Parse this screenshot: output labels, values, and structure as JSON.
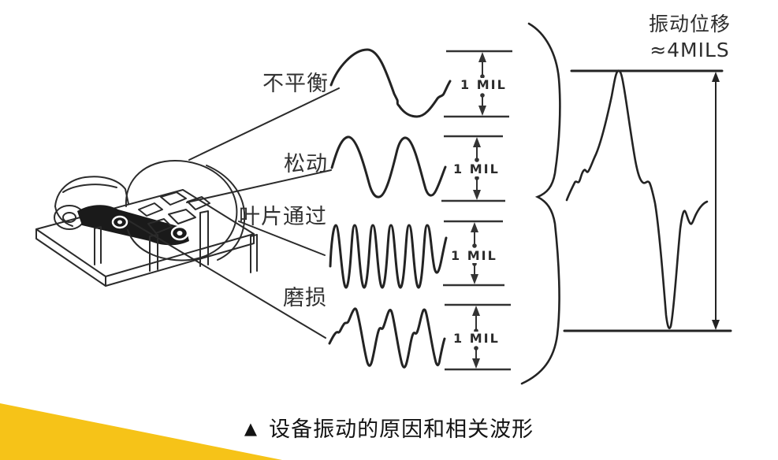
{
  "figure": {
    "caption": {
      "marker": "▲",
      "text": "设备振动的原因和相关波形"
    },
    "combined": {
      "title_line1": "振动位移",
      "title_line2": "≈4MILS",
      "shape": "composite of the four cause waveforms",
      "peak_to_peak": "≈4MILS"
    },
    "causes": [
      {
        "label": "不平衡",
        "amplitude": "1 MIL",
        "waveform": "distorted sine, 1 cycle"
      },
      {
        "label": "松动",
        "amplitude": "1 MIL",
        "waveform": "sine, 2 cycles"
      },
      {
        "label": "叶片通过",
        "amplitude": "1 MIL",
        "waveform": "sine, 6 cycles (high frequency)"
      },
      {
        "label": "磨损",
        "amplitude": "1 MIL",
        "waveform": "serrated sawtooth, 3 cycles"
      }
    ],
    "machine": "isometric line drawing of motor-coupling-fan set on base plate",
    "colors": {
      "accent_yellow": "#F6C318",
      "ink": "#2B2B2B",
      "caption_text": "#131313"
    }
  }
}
